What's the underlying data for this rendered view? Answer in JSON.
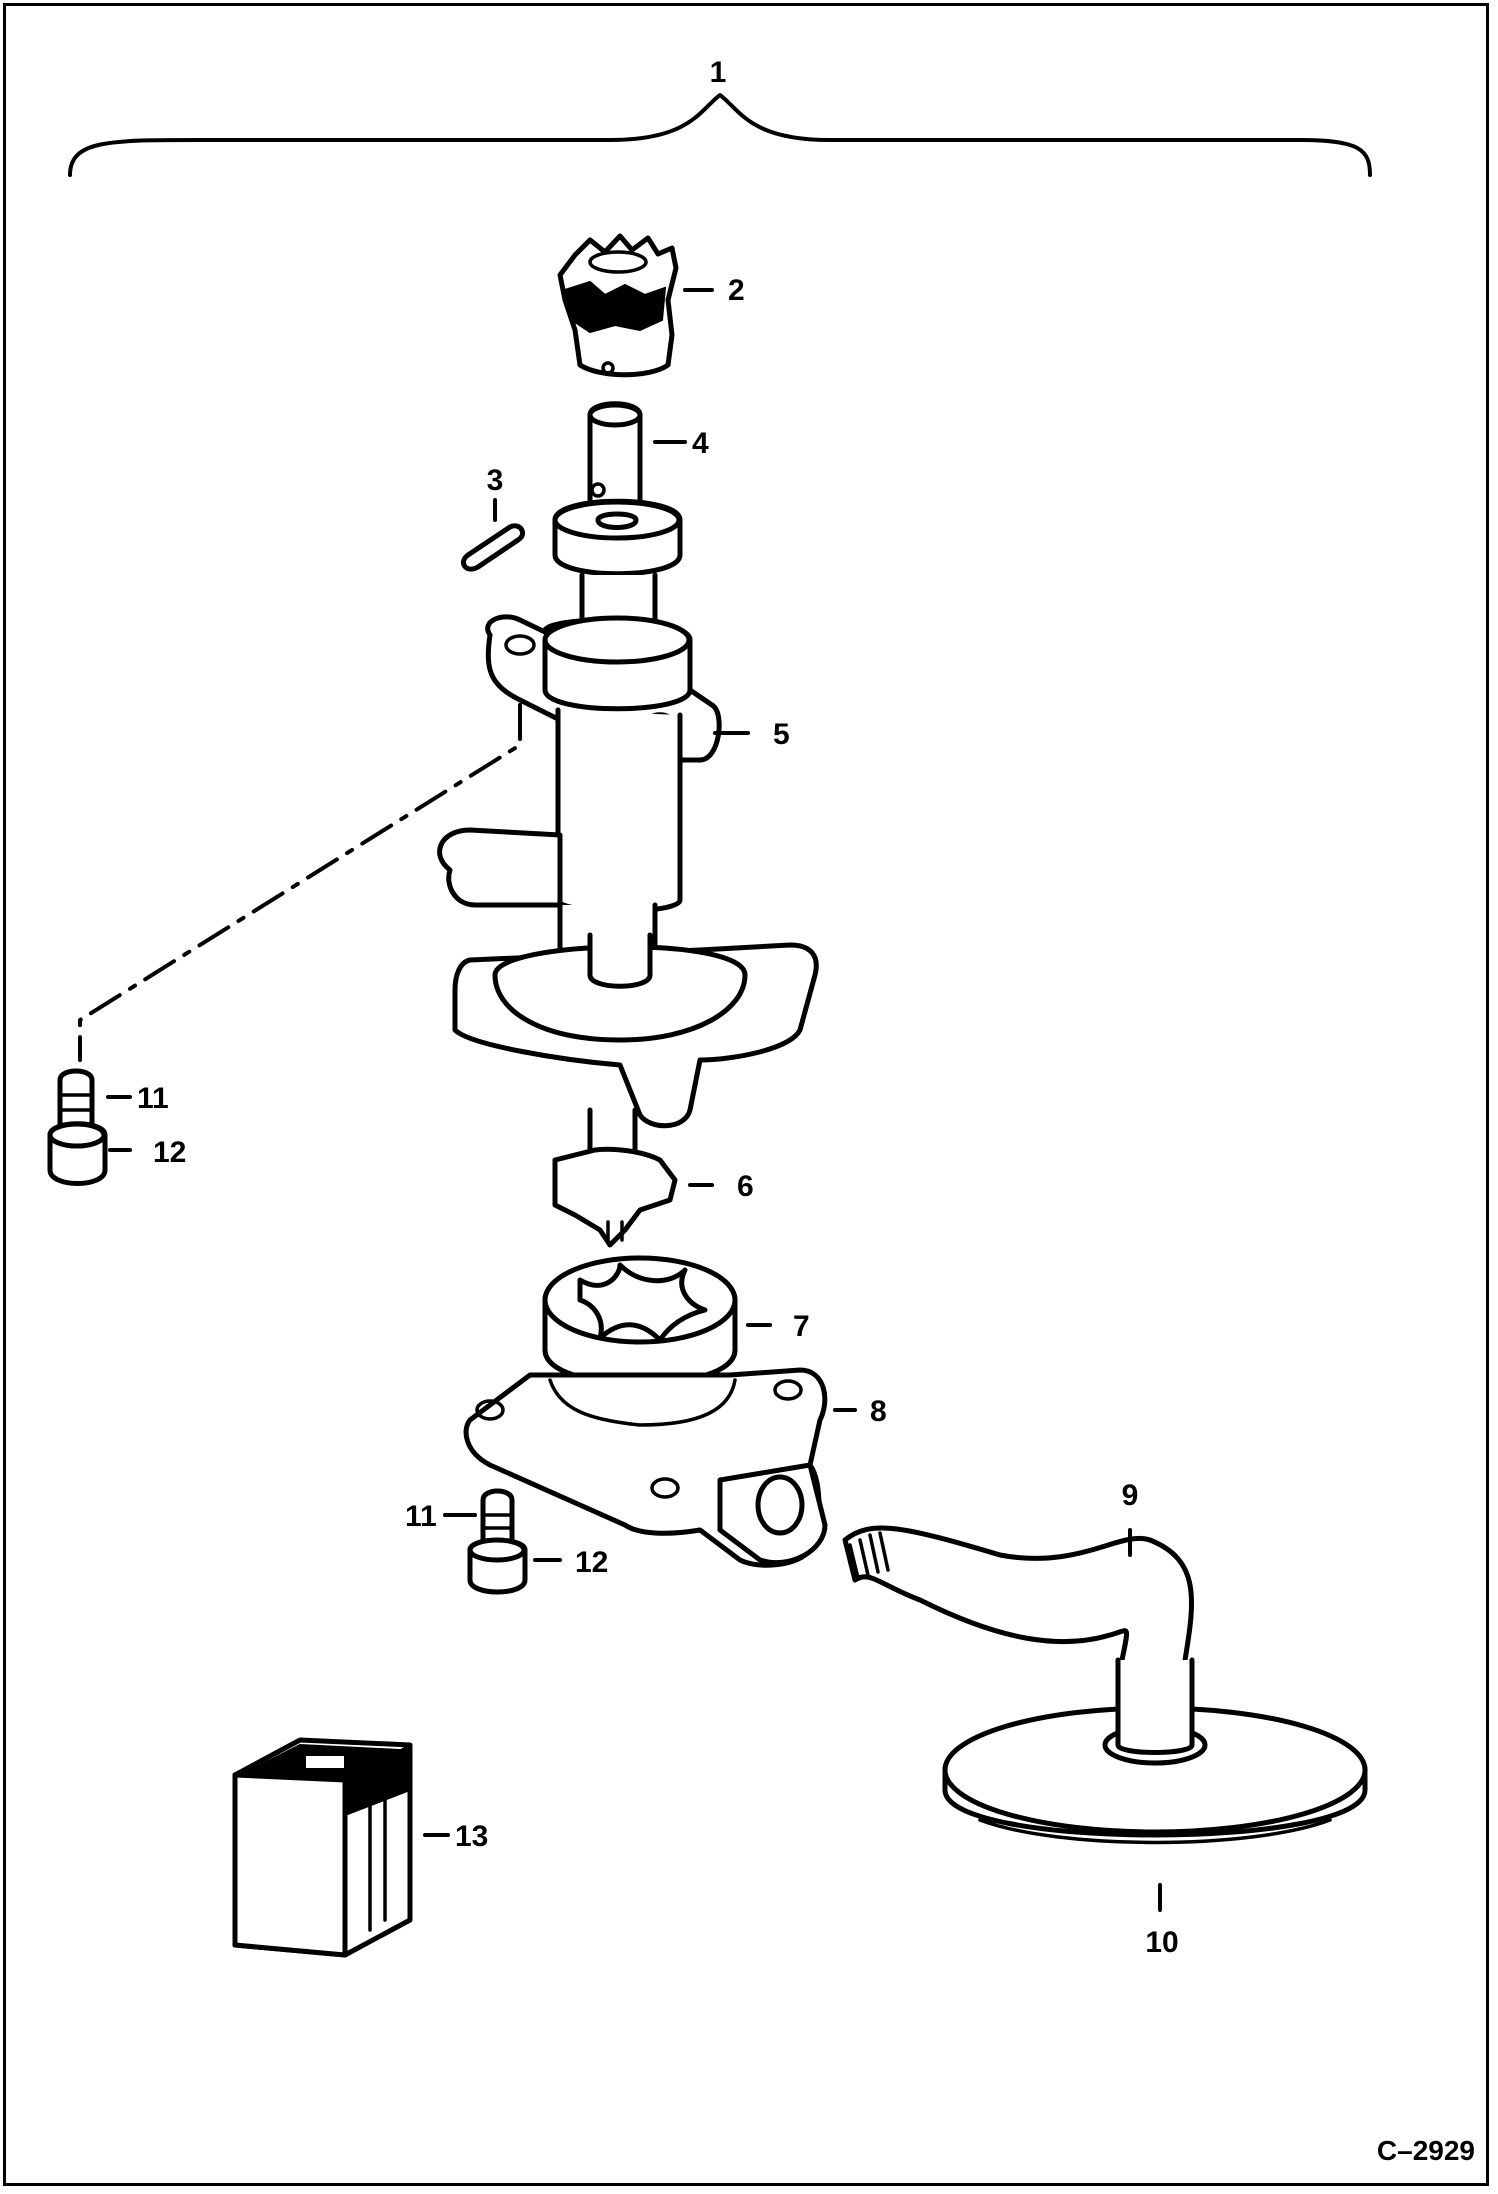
{
  "diagram": {
    "callouts": {
      "c1": "1",
      "c2": "2",
      "c3": "3",
      "c4": "4",
      "c5": "5",
      "c6": "6",
      "c7": "7",
      "c8": "8",
      "c9": "9",
      "c10": "10",
      "c11a": "11",
      "c12a": "12",
      "c11b": "11",
      "c12b": "12",
      "c13": "13"
    },
    "figure_code": "C–2929"
  }
}
